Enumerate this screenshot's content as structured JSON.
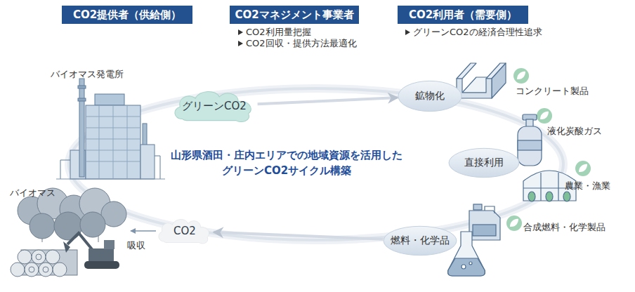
{
  "diagram": {
    "nodes": [
      {
        "text": [
          "CO2提供者（供給側）"
        ]
      },
      {
        "text": [
          "CO2マネジメント事業者"
        ]
      },
      {
        "text": [
          "CO2利用者（需要側）"
        ]
      },
      {
        "text": [
          "グリーンCO2"
        ]
      },
      {
        "text": [
          "鉱物化"
        ]
      },
      {
        "text": [
          "直接利用"
        ]
      },
      {
        "text": [
          "燃料・化学品"
        ]
      },
      {
        "text": [
          "CO2"
        ]
      }
    ],
    "edges": [
      {
        "from": 3,
        "to": 4,
        "arrow": "to"
      },
      {
        "from": 6,
        "to": 7,
        "arrow": "to"
      }
    ],
    "labels": [
      "CO2利用量把握",
      "CO2回収・提供方法最適化",
      "グリーンCO2の経済合理性追求",
      "バイオマス発電所",
      "山形県酒田・庄内エリアでの地域資源を活用した グリーンCO2サイクル構築",
      "コンクリート製品",
      "液化炭酸ガス",
      "農業・漁業",
      "合成燃料・化学製品",
      "バイオマス",
      "吸収"
    ]
  }
}
